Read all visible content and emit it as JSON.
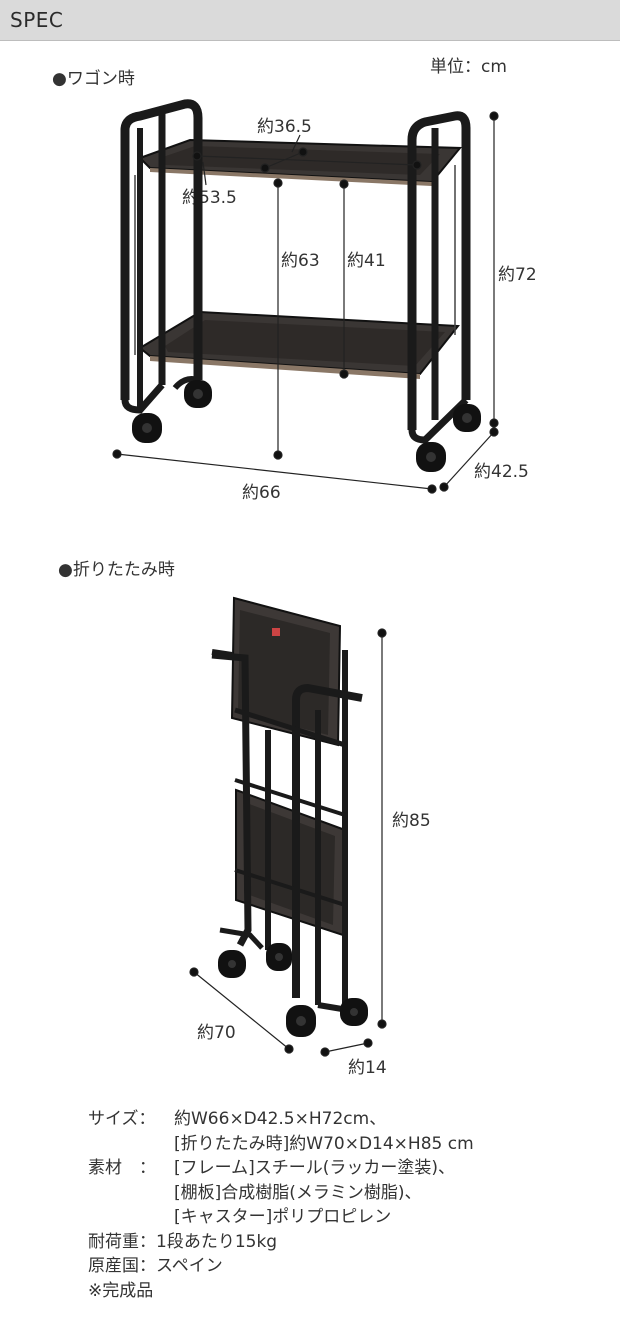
{
  "header": {
    "title": "SPEC"
  },
  "wagon": {
    "section_title": "●ワゴン時",
    "unit": "単位：cm",
    "dims": {
      "top_width": "約36.5",
      "top_depth": "約53.5",
      "shelf_height": "約63",
      "lower_height": "約41",
      "height": "約72",
      "width": "約66",
      "depth": "約42.5"
    }
  },
  "folded": {
    "section_title": "●折りたたみ時",
    "dims": {
      "height": "約85",
      "width": "約70",
      "depth": "約14"
    }
  },
  "spec": {
    "size_label": "サイズ：",
    "size_value": "約W66×D42.5×H72cm、",
    "size_value_2": "[折りたたみ時]約W70×D14×H85 cm",
    "material_label": "素材　：",
    "material_value": "[フレーム]スチール(ラッカー塗装)、",
    "material_value_2": "[棚板]合成樹脂(メラミン樹脂)、",
    "material_value_3": "[キャスター]ポリプロピレン",
    "load_label": "耐荷重：",
    "load_value": "1段あたり15kg",
    "origin_label": "原産国：",
    "origin_value": "スペイン",
    "note": "※完成品"
  },
  "colors": {
    "header_bg": "#dadada",
    "frame": "#1a1a1a",
    "tray": "#3a3634",
    "line": "#222222"
  }
}
